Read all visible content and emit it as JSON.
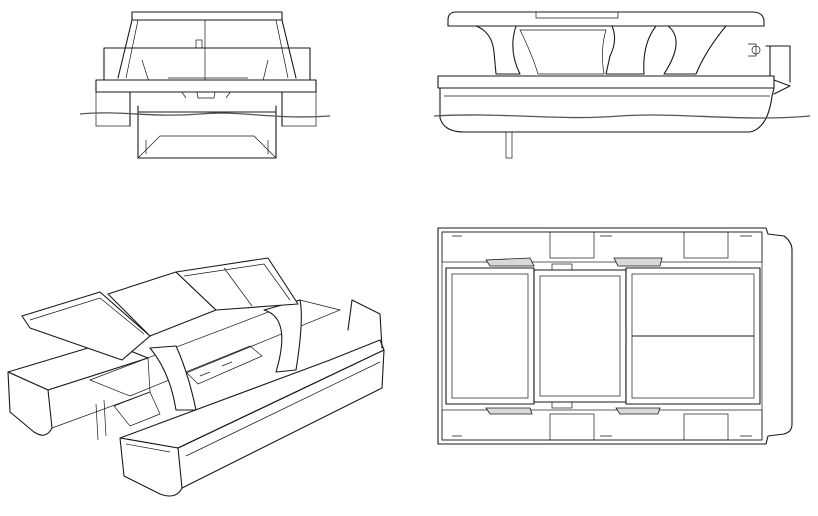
{
  "sheet": {
    "views": [
      {
        "id": "front-elevation"
      },
      {
        "id": "side-elevation"
      },
      {
        "id": "isometric"
      },
      {
        "id": "top-plan"
      }
    ]
  },
  "colors": {
    "line": "#1a1a1a",
    "water": "#555555",
    "background": "#ffffff",
    "tint": "#d9d9d9"
  }
}
